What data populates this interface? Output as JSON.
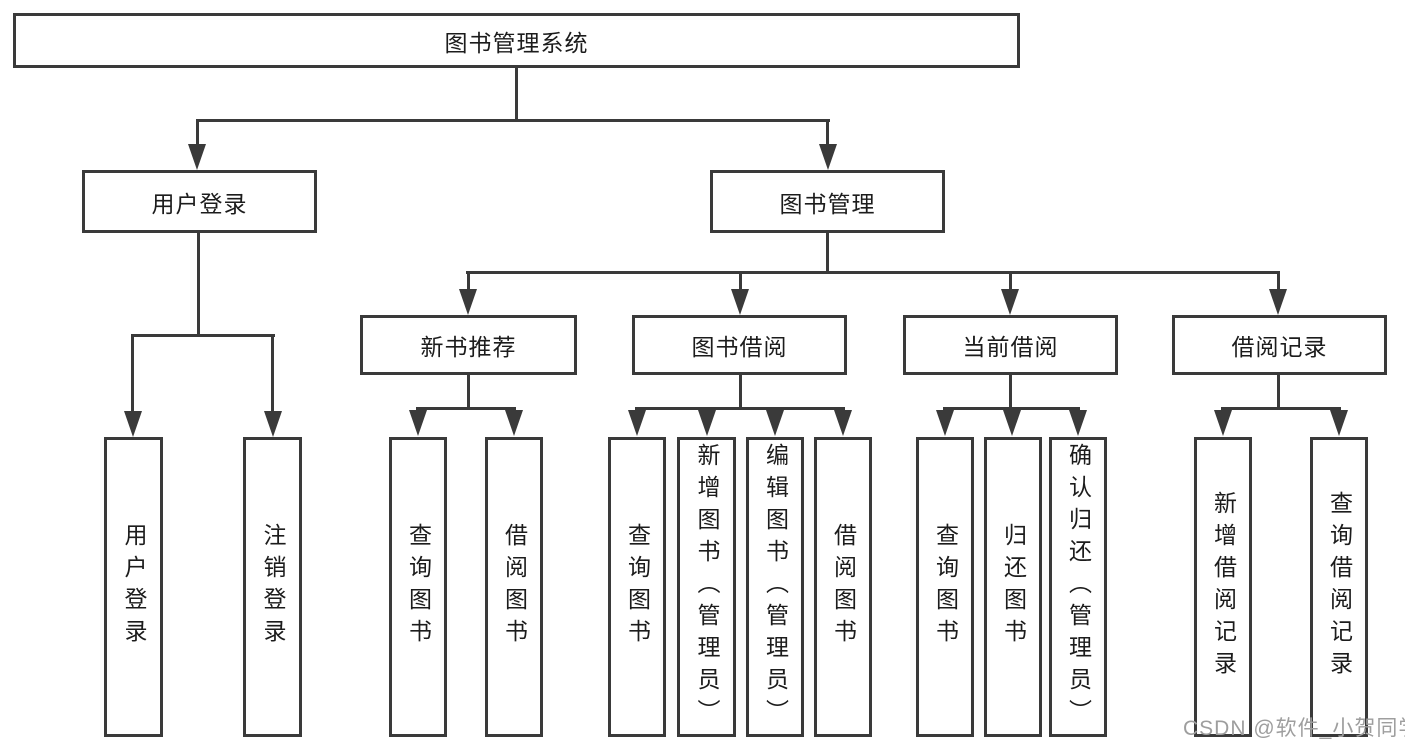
{
  "diagram": {
    "root": "图书管理系统",
    "branches": {
      "user_login": {
        "label": "用户登录",
        "children": [
          "用户登录",
          "注销登录"
        ]
      },
      "book_management": {
        "label": "图书管理",
        "groups": {
          "new_book_recommend": {
            "label": "新书推荐",
            "children": [
              "查询图书",
              "借阅图书"
            ]
          },
          "book_borrow": {
            "label": "图书借阅",
            "children": [
              "查询图书",
              "新增图书（管理员）",
              "编辑图书（管理员）",
              "借阅图书"
            ]
          },
          "current_borrow": {
            "label": "当前借阅",
            "children": [
              "查询图书",
              "归还图书",
              "确认归还（管理员）"
            ]
          },
          "borrow_record": {
            "label": "借阅记录",
            "children": [
              "新增借阅记录",
              "查询借阅记录"
            ]
          }
        }
      }
    },
    "colors": {
      "line": "#3a3a3a",
      "text": "#1c1c1c",
      "watermark": "#9e9e9e",
      "background": "#ffffff"
    }
  },
  "watermark": "CSDN @软件_小贺同学"
}
